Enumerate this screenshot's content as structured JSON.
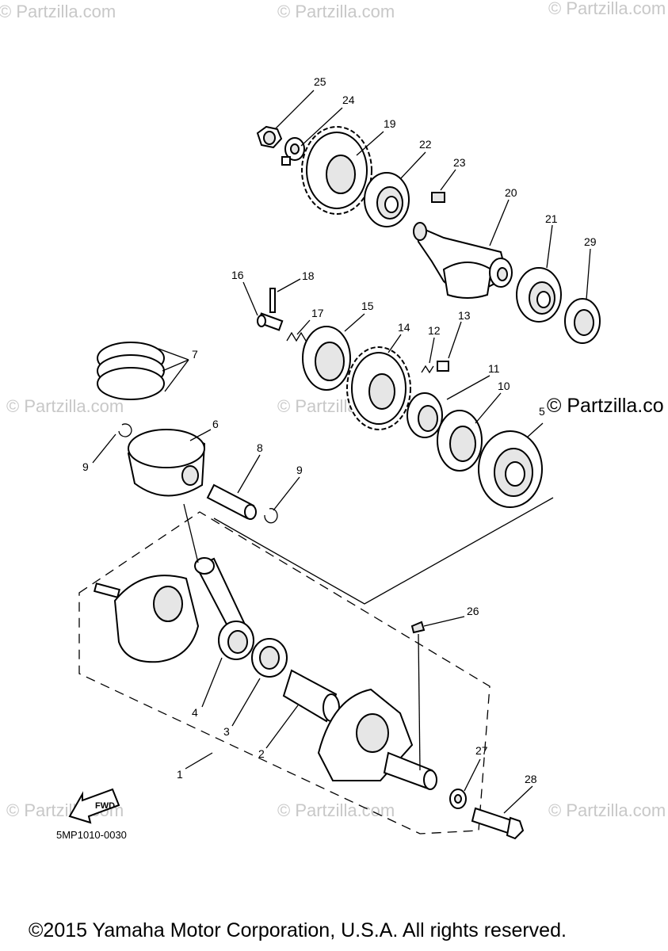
{
  "watermark_text": "© Partzilla.com",
  "brand_watermark": "© Partzilla.co",
  "diagram_code": "5MP1010-0030",
  "fwd_label": "FWD",
  "copyright": "©2015 Yamaha Motor Corporation, U.S.A. All rights reserved.",
  "callouts": [
    "25",
    "24",
    "19",
    "22",
    "23",
    "20",
    "21",
    "29",
    "16",
    "18",
    "17",
    "15",
    "14",
    "12",
    "13",
    "7",
    "11",
    "10",
    "5",
    "6",
    "9",
    "8",
    "9",
    "26",
    "4",
    "3",
    "2",
    "1",
    "27",
    "28"
  ]
}
